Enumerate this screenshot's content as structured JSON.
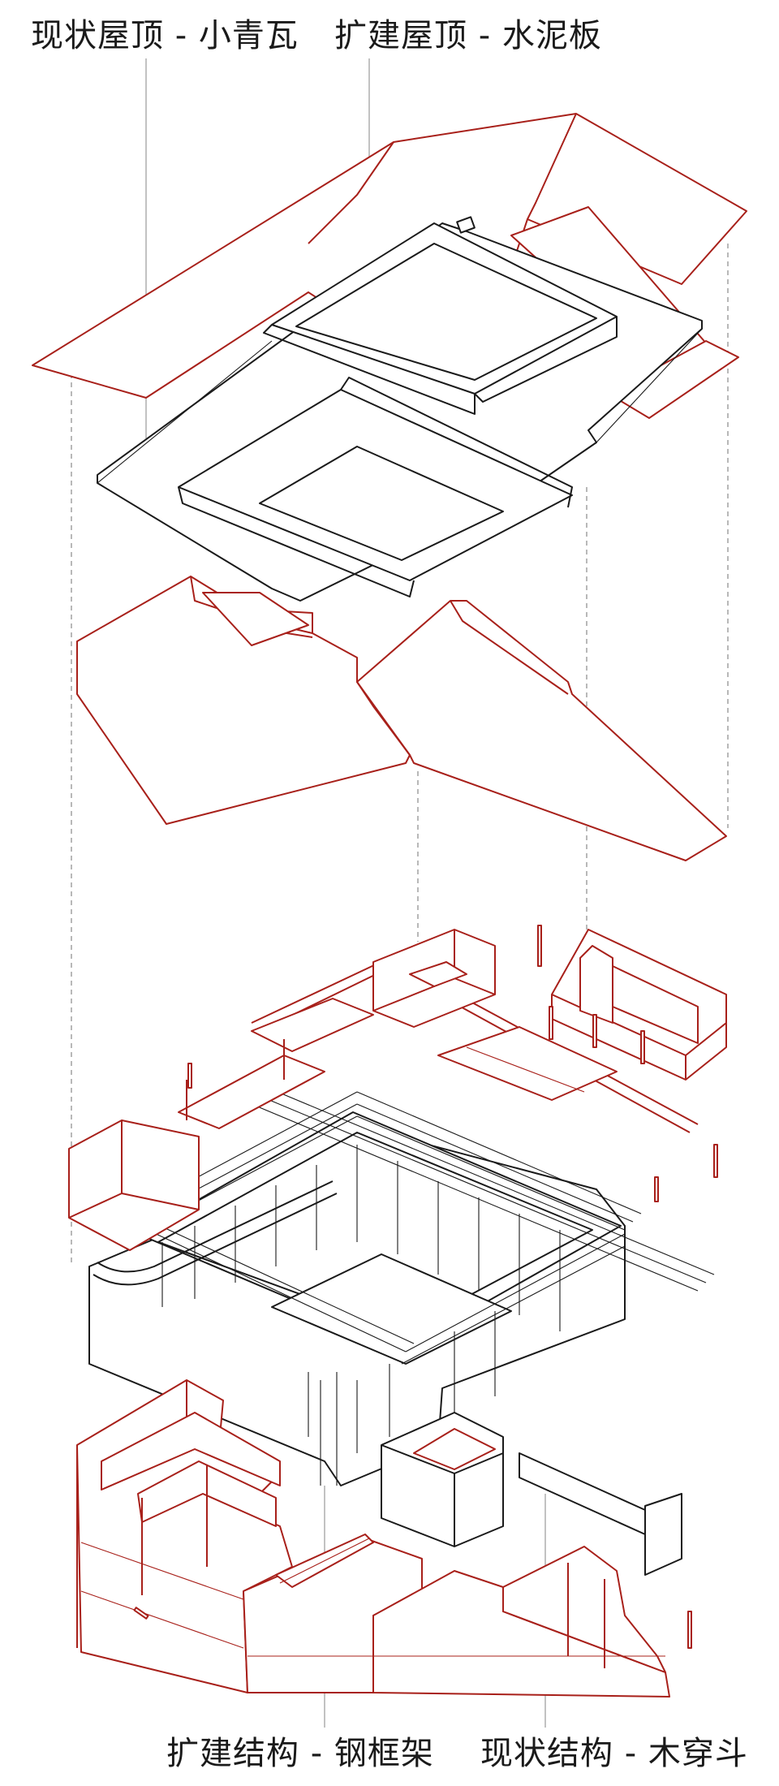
{
  "labels": {
    "top_left": "现状屋顶 - 小青瓦",
    "top_right": "扩建屋顶 - 水泥板",
    "bottom_left": "扩建结构 - 钢框架",
    "bottom_right": "现状结构 - 木穿斗"
  },
  "colors": {
    "existing_red": "#a8201a",
    "extension_black": "#1a1a1a",
    "guide_grey": "#9a9a9a"
  }
}
